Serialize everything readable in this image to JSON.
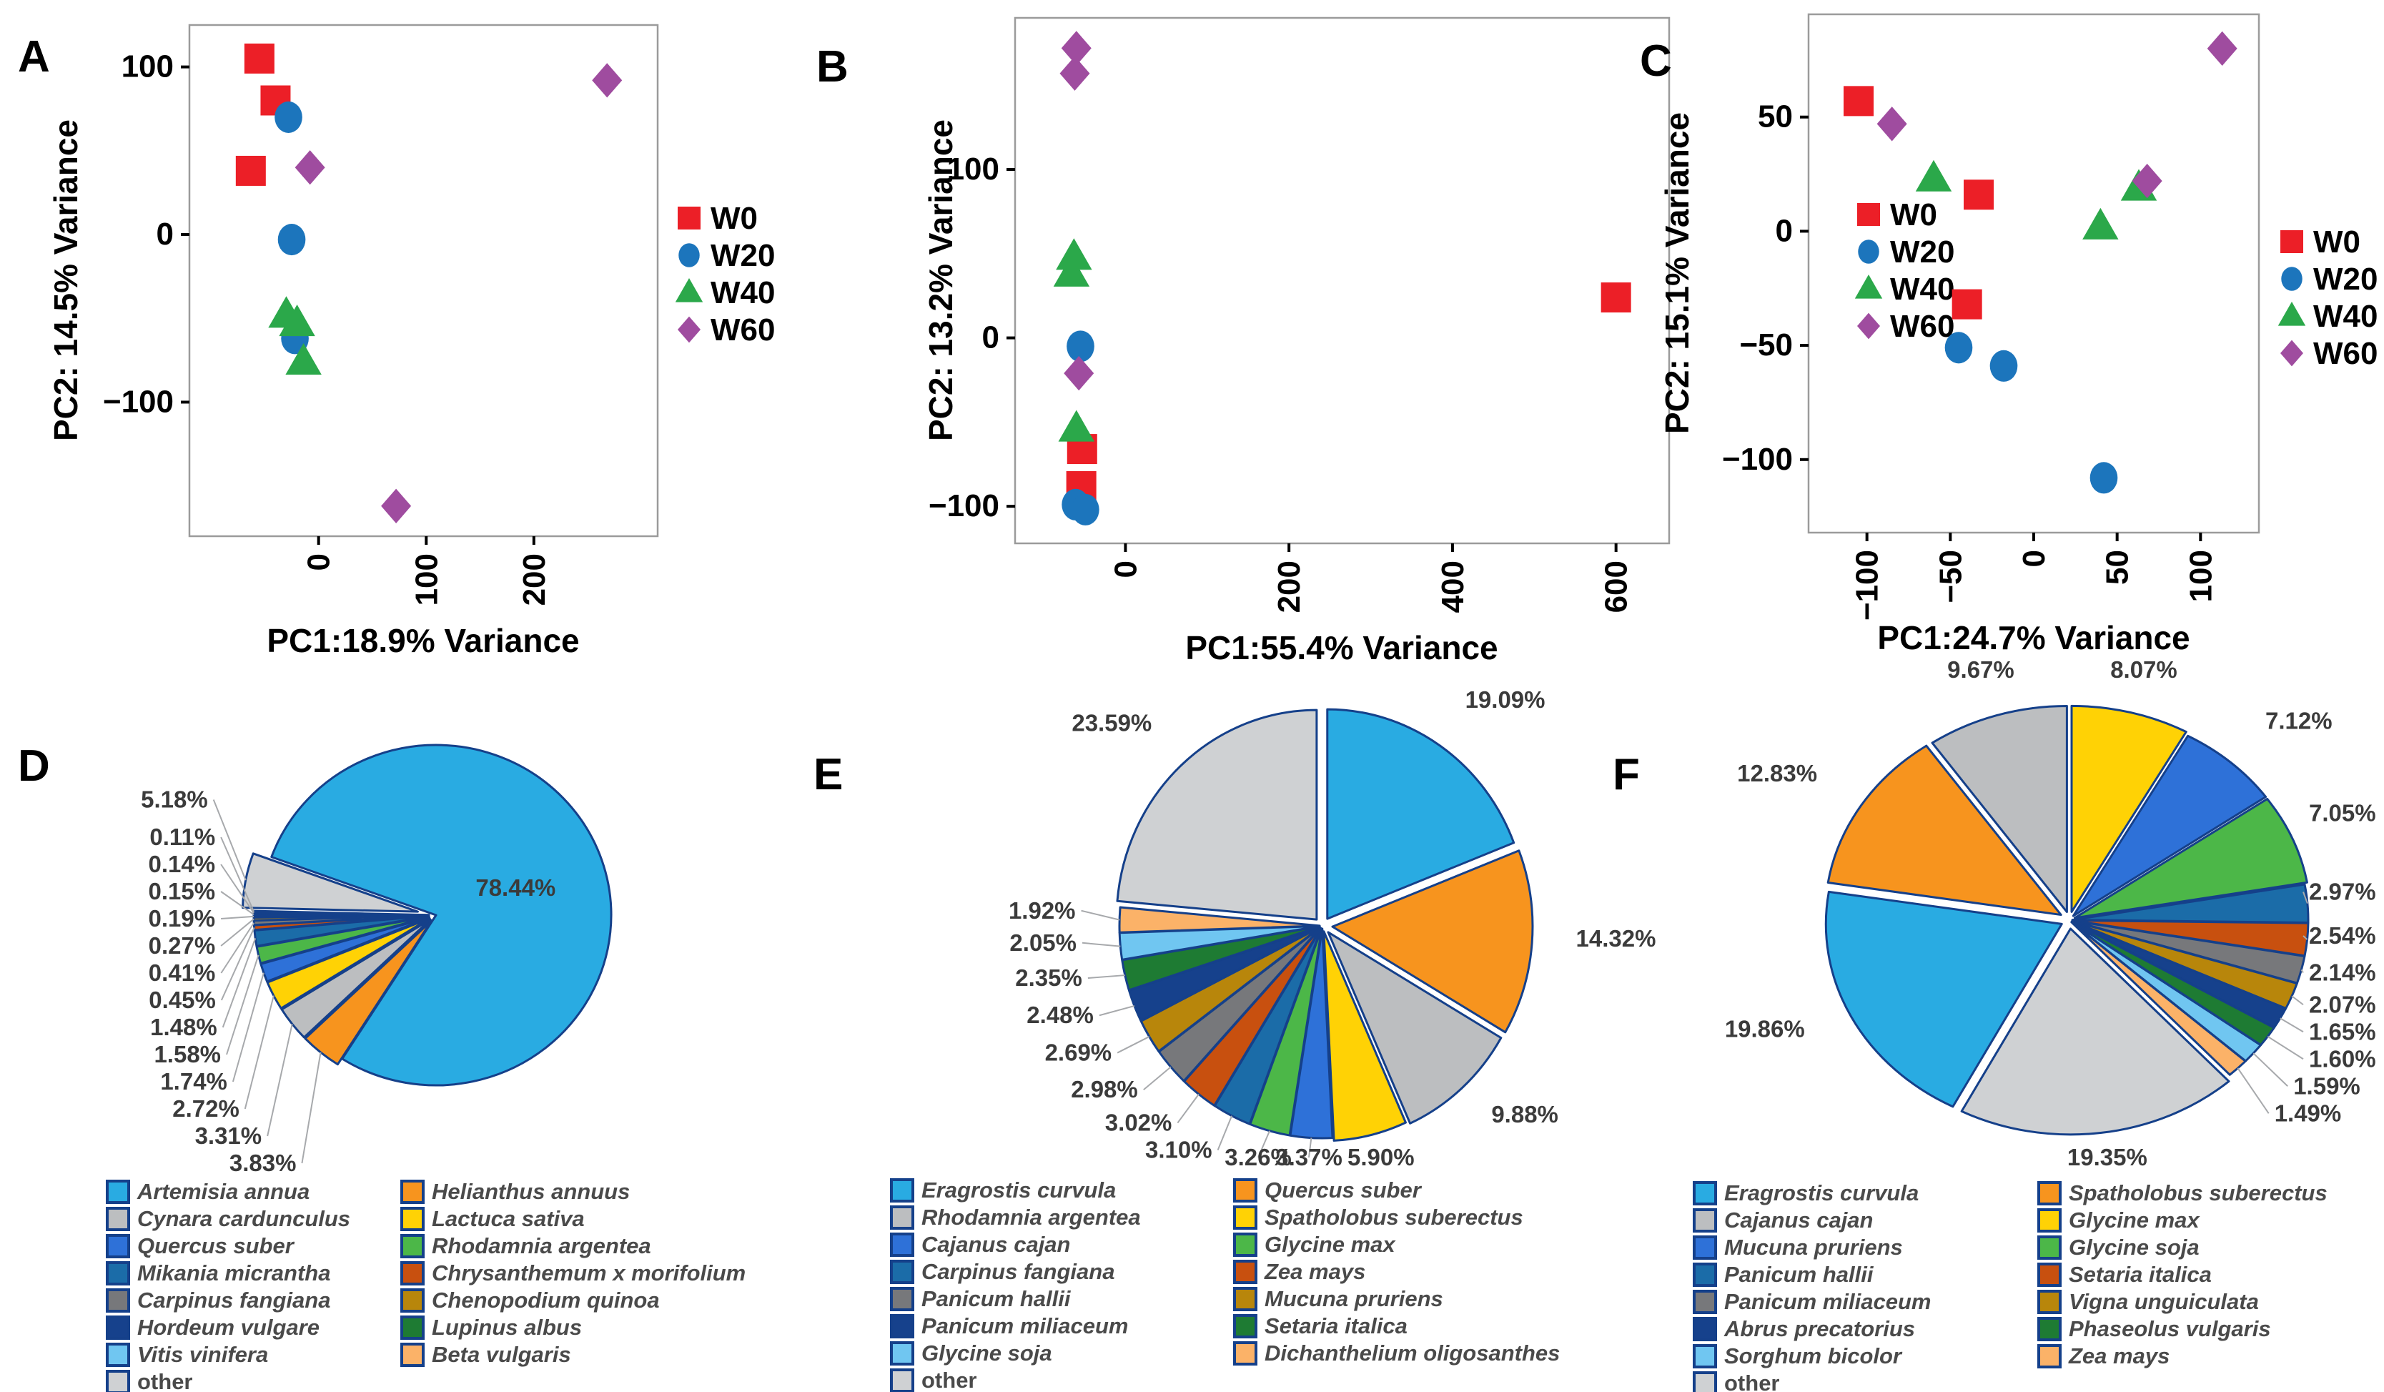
{
  "figure": {
    "background": "#FFFFFF"
  },
  "series_colors": {
    "W0": "#EC1F27",
    "W20": "#1C75BC",
    "W40": "#2BA84A",
    "W60": "#9F4C9F"
  },
  "pie_border_color": "#15408A",
  "leader_line_color": "#A7A9AC",
  "percent_label_color": "#3b3b3b",
  "chart_data": [
    {
      "panel": "A",
      "type": "scatter",
      "xlabel": "PC1:18.9% Variance",
      "ylabel": "PC2:  14.5% Variance",
      "x_ticks": [
        0,
        100,
        200
      ],
      "y_ticks": [
        100,
        0,
        -100
      ],
      "xlim": [
        -120,
        315
      ],
      "ylim": [
        -180,
        125
      ],
      "legend": [
        "W0",
        "W20",
        "W40",
        "W60"
      ],
      "series": [
        {
          "name": "W0",
          "marker": "square",
          "color": "#EC1F27",
          "points": [
            [
              -55,
              105
            ],
            [
              -40,
              80
            ],
            [
              -63,
              38
            ]
          ]
        },
        {
          "name": "W20",
          "marker": "circle",
          "color": "#1C75BC",
          "points": [
            [
              -28,
              70
            ],
            [
              -25,
              -3
            ],
            [
              -22,
              -62
            ]
          ]
        },
        {
          "name": "W40",
          "marker": "triangle",
          "color": "#2BA84A",
          "points": [
            [
              -30,
              -48
            ],
            [
              -20,
              -53
            ],
            [
              -14,
              -76
            ]
          ]
        },
        {
          "name": "W60",
          "marker": "diamond",
          "color": "#9F4C9F",
          "points": [
            [
              -8,
              40
            ],
            [
              268,
              92
            ],
            [
              72,
              -162
            ]
          ]
        }
      ]
    },
    {
      "panel": "B",
      "type": "scatter",
      "xlabel": "PC1:55.4% Variance",
      "ylabel": "PC2:  13.2% Variance",
      "x_ticks": [
        0,
        200,
        400,
        600
      ],
      "y_ticks": [
        100,
        0,
        -100
      ],
      "xlim": [
        -135,
        665
      ],
      "ylim": [
        -122,
        190
      ],
      "legend": [
        "W0",
        "W20",
        "W40",
        "W60"
      ],
      "series": [
        {
          "name": "W0",
          "marker": "square",
          "color": "#EC1F27",
          "points": [
            [
              600,
              24
            ],
            [
              -53,
              -66
            ],
            [
              -54,
              -88
            ]
          ]
        },
        {
          "name": "W20",
          "marker": "circle",
          "color": "#1C75BC",
          "points": [
            [
              -55,
              -5
            ],
            [
              -61,
              -99
            ],
            [
              -49,
              -102
            ]
          ]
        },
        {
          "name": "W40",
          "marker": "triangle",
          "color": "#2BA84A",
          "points": [
            [
              -63,
              48
            ],
            [
              -66,
              38
            ],
            [
              -60,
              -54
            ]
          ]
        },
        {
          "name": "W60",
          "marker": "diamond",
          "color": "#9F4C9F",
          "points": [
            [
              -60,
              172
            ],
            [
              -62,
              157
            ],
            [
              -57,
              -21
            ]
          ]
        }
      ]
    },
    {
      "panel": "C",
      "type": "scatter",
      "xlabel": "PC1:24.7% Variance",
      "ylabel": "PC2:  15.1% Variance",
      "x_ticks": [
        -100,
        -50,
        0,
        50,
        100
      ],
      "y_ticks": [
        50,
        0,
        -50,
        -100
      ],
      "xlim": [
        -135,
        135
      ],
      "ylim": [
        -132,
        95
      ],
      "legend": [
        "W0",
        "W20",
        "W40",
        "W60"
      ],
      "series": [
        {
          "name": "W0",
          "marker": "square",
          "color": "#EC1F27",
          "points": [
            [
              -105,
              57
            ],
            [
              -33,
              16
            ],
            [
              -40,
              -32
            ]
          ]
        },
        {
          "name": "W20",
          "marker": "circle",
          "color": "#1C75BC",
          "points": [
            [
              -45,
              -51
            ],
            [
              -18,
              -59
            ],
            [
              42,
              -108
            ]
          ]
        },
        {
          "name": "W40",
          "marker": "triangle",
          "color": "#2BA84A",
          "points": [
            [
              -60,
              23
            ],
            [
              63,
              19
            ],
            [
              40,
              2
            ]
          ]
        },
        {
          "name": "W60",
          "marker": "diamond",
          "color": "#9F4C9F",
          "points": [
            [
              -85,
              47
            ],
            [
              68,
              22
            ],
            [
              113,
              80
            ]
          ]
        }
      ]
    },
    {
      "panel": "D",
      "type": "pie",
      "start_angle": 290,
      "slices": [
        {
          "label": "Artemisia annua",
          "value": 78.44,
          "color": "#29ABE2",
          "explode": 0
        },
        {
          "label": "Helianthus annuus",
          "value": 3.83,
          "color": "#F7941E",
          "explode": 10
        },
        {
          "label": "Cynara cardunculus",
          "value": 3.31,
          "color": "#BCBEC0",
          "explode": 10
        },
        {
          "label": "Lactuca sativa",
          "value": 2.72,
          "color": "#FFD205",
          "explode": 10
        },
        {
          "label": "Quercus suber",
          "value": 1.74,
          "color": "#2E71D8",
          "explode": 10
        },
        {
          "label": "Rhodamnia argentea",
          "value": 1.58,
          "color": "#4CB748",
          "explode": 10
        },
        {
          "label": "Mikania micrantha",
          "value": 1.48,
          "color": "#1B6CA8",
          "explode": 10
        },
        {
          "label": "Chrysanthemum x morifolium",
          "value": 0.45,
          "color": "#C8500F",
          "explode": 10
        },
        {
          "label": "Carpinus fangiana",
          "value": 0.41,
          "color": "#77787B",
          "explode": 10
        },
        {
          "label": "Chenopodium quinoa",
          "value": 0.27,
          "color": "#B8860B",
          "explode": 10
        },
        {
          "label": "Hordeum vulgare",
          "value": 0.19,
          "color": "#16418C",
          "explode": 10
        },
        {
          "label": "Lupinus albus",
          "value": 0.15,
          "color": "#1E7B33",
          "explode": 10
        },
        {
          "label": "Vitis vinifera",
          "value": 0.14,
          "color": "#70C6F1",
          "explode": 10
        },
        {
          "label": "Beta vulgaris",
          "value": 0.11,
          "color": "#FBB268",
          "explode": 10
        },
        {
          "label": "other",
          "value": 5.18,
          "color": "#CFD1D3",
          "explode": 26
        }
      ],
      "legend_col1": [
        "Artemisia annua",
        "Cynara cardunculus",
        "Quercus suber",
        "Mikania micrantha",
        "Carpinus fangiana",
        "Hordeum vulgare",
        "Vitis vinifera",
        "other"
      ],
      "legend_col2": [
        "Helianthus annuus",
        "Lactuca sativa",
        "Rhodamnia argentea",
        "Chrysanthemum x morifolium",
        "Chenopodium quinoa",
        "Lupinus albus",
        "Beta vulgaris"
      ]
    },
    {
      "panel": "E",
      "type": "pie",
      "start_angle": 0,
      "slices": [
        {
          "label": "Eragrostis curvula",
          "value": 19.09,
          "color": "#29ABE2",
          "explode": 12
        },
        {
          "label": "Quercus suber",
          "value": 14.32,
          "color": "#F7941E",
          "explode": 14
        },
        {
          "label": "Rhodamnia argentea",
          "value": 9.88,
          "color": "#BCBEC0",
          "explode": 12
        },
        {
          "label": "Spatholobus suberectus",
          "value": 5.9,
          "color": "#FFD205",
          "explode": 8
        },
        {
          "label": "Cajanus cajan",
          "value": 3.37,
          "color": "#2E71D8",
          "explode": 4
        },
        {
          "label": "Glycine max",
          "value": 3.26,
          "color": "#4CB748",
          "explode": 4
        },
        {
          "label": "Carpinus fangiana",
          "value": 3.1,
          "color": "#1B6CA8",
          "explode": 4
        },
        {
          "label": "Zea mays",
          "value": 3.02,
          "color": "#C8500F",
          "explode": 4
        },
        {
          "label": "Panicum hallii",
          "value": 2.98,
          "color": "#77787B",
          "explode": 4
        },
        {
          "label": "Mucuna pruriens",
          "value": 2.69,
          "color": "#B8860B",
          "explode": 4
        },
        {
          "label": "Panicum miliaceum",
          "value": 2.48,
          "color": "#16418C",
          "explode": 4
        },
        {
          "label": "Setaria italica",
          "value": 2.35,
          "color": "#1E7B33",
          "explode": 4
        },
        {
          "label": "Glycine soja",
          "value": 2.05,
          "color": "#70C6F1",
          "explode": 4
        },
        {
          "label": "Dichanthelium oligosanthes",
          "value": 1.92,
          "color": "#FBB268",
          "explode": 4
        },
        {
          "label": "other",
          "value": 23.59,
          "color": "#CFD1D3",
          "explode": 12
        }
      ],
      "legend_col1": [
        "Eragrostis curvula",
        "Rhodamnia argentea",
        "Cajanus cajan",
        "Carpinus fangiana",
        "Panicum hallii",
        "Panicum miliaceum",
        "Glycine soja",
        "other"
      ],
      "legend_col2": [
        "Quercus suber",
        "Spatholobus suberectus",
        "Glycine max",
        "Zea mays",
        "Mucuna pruriens",
        "Setaria italica",
        "Dichanthelium oligosanthes"
      ]
    },
    {
      "panel": "F",
      "type": "pie",
      "start_angle": 0,
      "slices": [
        {
          "label": "Glycine max",
          "value": 8.07,
          "color": "#FFD205",
          "explode": 12
        },
        {
          "label": "Mucuna pruriens",
          "value": 7.12,
          "color": "#2E71D8",
          "explode": 8
        },
        {
          "label": "Glycine soja",
          "value": 7.05,
          "color": "#4CB748",
          "explode": 8
        },
        {
          "label": "Panicum hallii",
          "value": 2.97,
          "color": "#1B6CA8",
          "explode": 4
        },
        {
          "label": "Setaria italica",
          "value": 2.54,
          "color": "#C8500F",
          "explode": 4
        },
        {
          "label": "Panicum miliaceum",
          "value": 2.14,
          "color": "#77787B",
          "explode": 4
        },
        {
          "label": "Vigna unguiculata",
          "value": 2.07,
          "color": "#B8860B",
          "explode": 4
        },
        {
          "label": "Abrus precatorius",
          "value": 1.65,
          "color": "#16418C",
          "explode": 4
        },
        {
          "label": "Phaseolus vulgaris",
          "value": 1.6,
          "color": "#1E7B33",
          "explode": 4
        },
        {
          "label": "Sorghum bicolor",
          "value": 1.59,
          "color": "#70C6F1",
          "explode": 4
        },
        {
          "label": "Zea mays",
          "value": 1.49,
          "color": "#FBB268",
          "explode": 4
        },
        {
          "label": "other",
          "value": 19.35,
          "color": "#CFD1D3",
          "explode": 12
        },
        {
          "label": "Eragrostis curvula",
          "value": 19.86,
          "color": "#29ABE2",
          "explode": 12
        },
        {
          "label": "Spatholobus suberectus",
          "value": 12.83,
          "color": "#F7941E",
          "explode": 14
        },
        {
          "label": "Cajanus cajan",
          "value": 9.67,
          "color": "#BCBEC0",
          "explode": 12
        }
      ],
      "legend_col1": [
        "Eragrostis curvula",
        "Cajanus cajan",
        "Mucuna pruriens",
        "Panicum hallii",
        "Panicum miliaceum",
        "Abrus precatorius",
        "Sorghum bicolor",
        "other"
      ],
      "legend_col2": [
        "Spatholobus suberectus",
        "Glycine max",
        "Glycine soja",
        "Setaria italica",
        "Vigna unguiculata",
        "Phaseolus vulgaris",
        "Zea mays"
      ]
    }
  ]
}
